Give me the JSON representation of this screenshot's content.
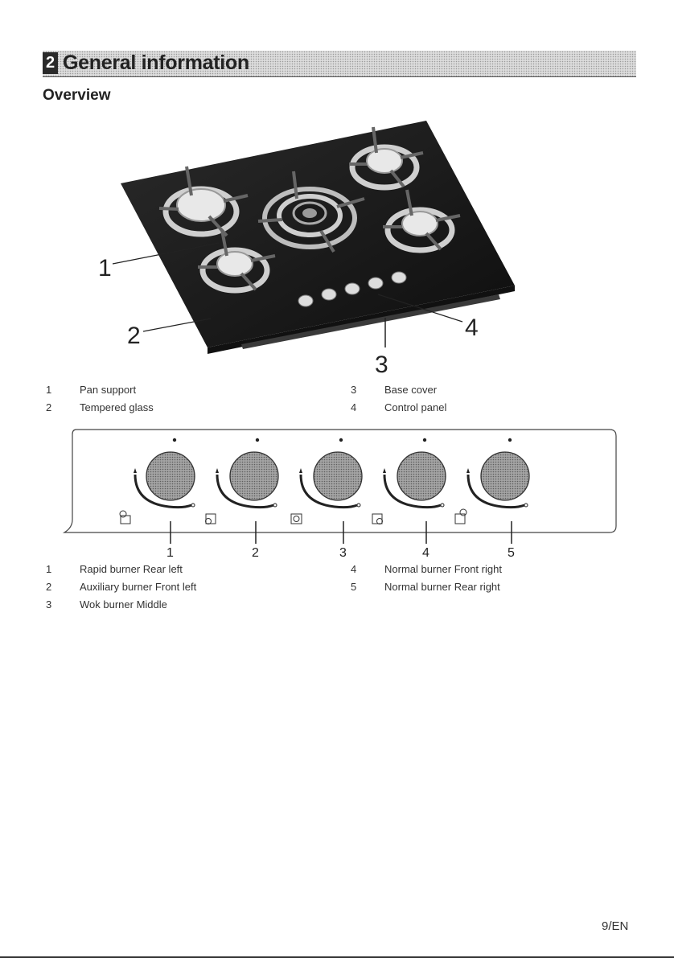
{
  "heading": {
    "chapter_number": "2",
    "title": "General information"
  },
  "section": {
    "title": "Overview"
  },
  "hob_callouts": [
    "1",
    "2",
    "3",
    "4"
  ],
  "hob_legend": [
    {
      "number": "1",
      "label": "Pan support"
    },
    {
      "number": "2",
      "label": "Tempered glass"
    },
    {
      "number": "3",
      "label": "Base cover"
    },
    {
      "number": "4",
      "label": "Control panel"
    }
  ],
  "panel_callouts": [
    "1",
    "2",
    "3",
    "4",
    "5"
  ],
  "panel_legend": [
    {
      "number": "1",
      "label": "Rapid burner Rear left"
    },
    {
      "number": "2",
      "label": "Auxiliary burner Front left"
    },
    {
      "number": "3",
      "label": "Wok burner Middle"
    },
    {
      "number": "4",
      "label": "Normal burner Front right"
    },
    {
      "number": "5",
      "label": "Normal burner Rear right"
    }
  ],
  "footer": {
    "page_number": "9/EN"
  }
}
